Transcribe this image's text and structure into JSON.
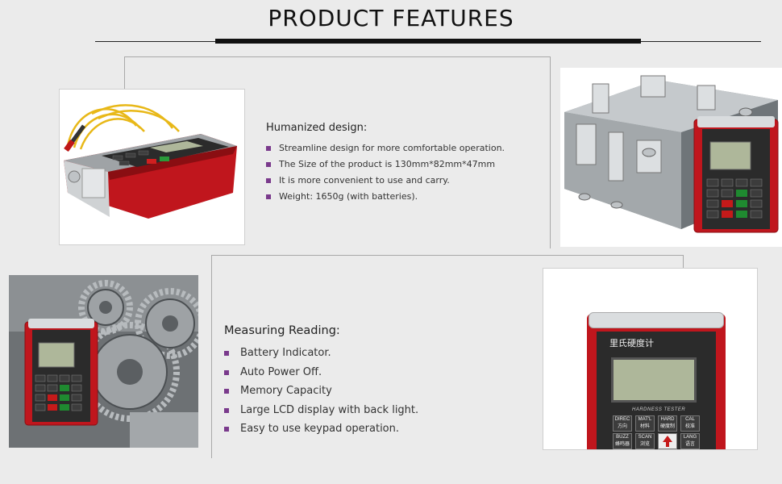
{
  "header": {
    "title": "PRODUCT FEATURES"
  },
  "section1": {
    "heading": "Humanized design:",
    "items": [
      "Streamline design for more comfortable operation.",
      "The Size of the product is 130mm*82mm*47mm",
      "It is more convenient to use and carry.",
      "Weight: 1650g (with batteries)."
    ]
  },
  "section2": {
    "heading": "Measuring Reading:",
    "items": [
      "Battery Indicator.",
      "Auto Power Off.",
      "Memory Capacity",
      "Large LCD display with back light.",
      "Easy to use keypad operation."
    ]
  },
  "device": {
    "brand_cn": "里氏硬度计",
    "model_label": "HARDNESS TESTER",
    "keys": [
      {
        "en": "DIREC",
        "cn": "方向"
      },
      {
        "en": "MAT'L",
        "cn": "材料"
      },
      {
        "en": "HARD",
        "cn": "硬度制"
      },
      {
        "en": "CAL",
        "cn": "校准"
      },
      {
        "en": "BUZZ",
        "cn": "蜂鸣器"
      },
      {
        "en": "SCAN",
        "cn": "浏览"
      },
      {
        "en": "LANG",
        "cn": "语言"
      }
    ]
  },
  "colors": {
    "accent_bullet": "#7a3a8c",
    "device_red": "#c0161d",
    "device_panel": "#2b2b2b",
    "lcd": "#aeb79a"
  }
}
